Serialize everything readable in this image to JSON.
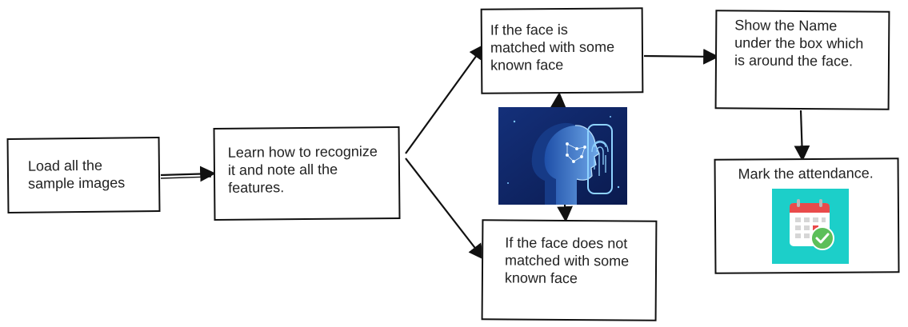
{
  "nodes": {
    "load": {
      "label": "Load all the\nsample images"
    },
    "learn": {
      "label": "Learn how to recognize\nit and note all the\nfeatures."
    },
    "match": {
      "label": "If the face is\nmatched with some\nknown face"
    },
    "nomatch": {
      "label": "If the face does not\nmatched with some\nknown face"
    },
    "show": {
      "label": "Show the Name\nunder the box which\nis around the face."
    },
    "attend": {
      "label": "Mark the attendance."
    }
  },
  "edges": [
    {
      "from": "load",
      "to": "learn"
    },
    {
      "from": "learn",
      "to": "match"
    },
    {
      "from": "learn",
      "to": "nomatch"
    },
    {
      "from": "face-illustration",
      "to": "match"
    },
    {
      "from": "face-illustration",
      "to": "nomatch"
    },
    {
      "from": "match",
      "to": "show"
    },
    {
      "from": "show",
      "to": "attend"
    }
  ],
  "images": {
    "face": {
      "icon": "face-recognition-scan-illustration",
      "colors": [
        "#0b1f5c",
        "#1e4fa8",
        "#7ec8ff"
      ]
    },
    "calendar": {
      "icon": "calendar-check-icon",
      "colors": [
        "#1ccfc9",
        "#ffffff",
        "#e94b4b",
        "#5cbf5a"
      ]
    }
  },
  "colors": {
    "stroke": "#111111",
    "text": "#222222",
    "background": "#ffffff"
  }
}
